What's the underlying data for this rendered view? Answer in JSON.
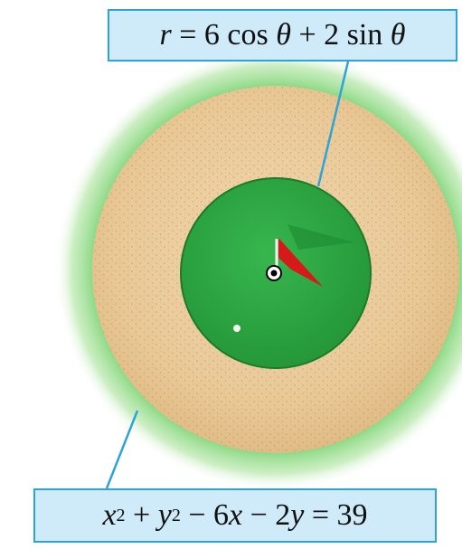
{
  "labels": {
    "polar_equation": {
      "lhs": "r",
      "eq": " = 6 cos ",
      "theta1": "θ",
      "plus": " + 2 sin ",
      "theta2": "θ"
    },
    "cartesian_equation": {
      "x": "x",
      "x_exp": "2",
      "plus": " + ",
      "y": "y",
      "y_exp": "2",
      "minus6": " − 6",
      "x2": "x",
      "minus2": " − 2",
      "y2": "y",
      "eq": " = 39"
    }
  },
  "colors": {
    "label_fill": "#cfeaf8",
    "label_border": "#2ea3d6",
    "sand": "#e7c79a",
    "putting_green": "#2fa844",
    "outer_glow": "#6fcf6a",
    "flag_red": "#d61a1a",
    "flag_green": "#1f9a3a"
  },
  "icons": {
    "flag": "flag-icon",
    "hole": "golf-hole-icon",
    "ball": "golf-ball-icon"
  }
}
